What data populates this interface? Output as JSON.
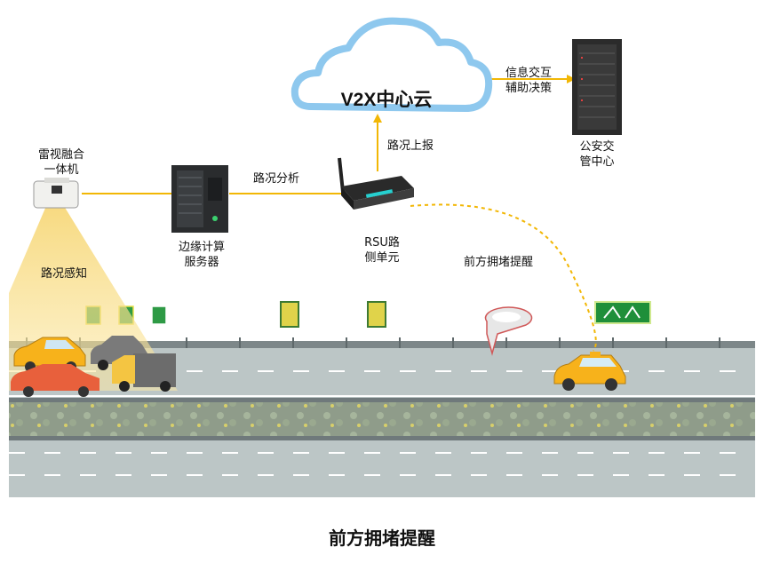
{
  "cloud": {
    "title": "V2X中心云"
  },
  "server_room": {
    "label_line1": "公安交",
    "label_line2": "管中心"
  },
  "links": {
    "cloud_server": {
      "line1": "信息交互",
      "line2": "辅助决策"
    },
    "rsu_cloud": "路况上报",
    "edge_rsu": "路况分析",
    "rsu_car": "前方拥堵提醒"
  },
  "radar": {
    "label_line1": "雷视融合",
    "label_line2": "一体机",
    "sense_label": "路况感知"
  },
  "edge_server": {
    "label_line1": "边缘计算",
    "label_line2": "服务器"
  },
  "rsu": {
    "label_line1": "RSU路",
    "label_line2": "侧单元"
  },
  "caption": "前方拥堵提醒",
  "colors": {
    "link": "#f2b705",
    "cloud_stroke": "#8ec8ee",
    "road": "#bcc6c6",
    "median": "#8e9a8c",
    "car_yellow": "#f7b21b",
    "car_red": "#e8603c",
    "sign_green": "#1f8f3a"
  }
}
